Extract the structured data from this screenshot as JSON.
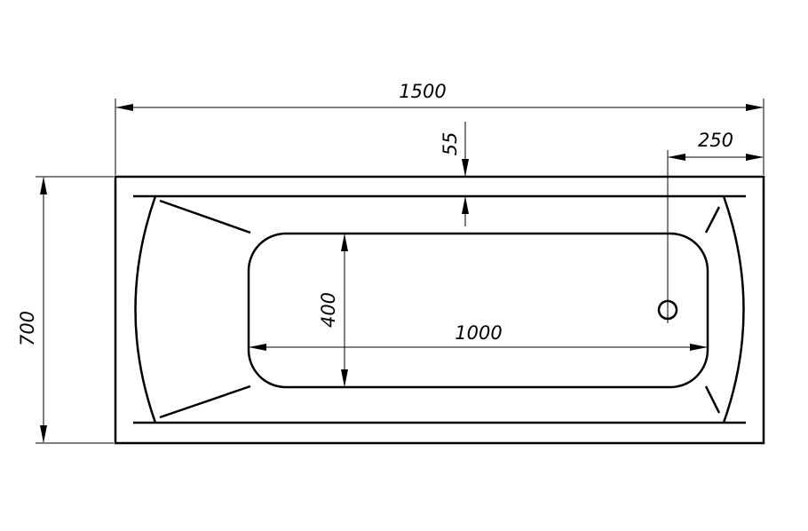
{
  "dimensions": {
    "overall_length": "1500",
    "overall_width": "700",
    "rim_offset": "55",
    "drain_offset": "250",
    "inner_width": "400",
    "inner_length": "1000"
  },
  "colors": {
    "line": "#000000",
    "background": "#ffffff"
  }
}
